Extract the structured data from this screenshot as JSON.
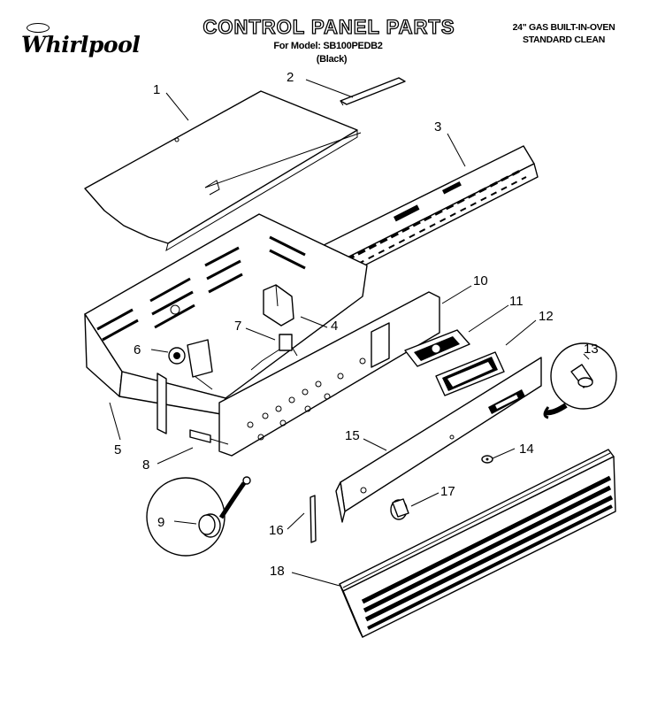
{
  "header": {
    "brand": "Whirlpool",
    "brand_badge": "Whirlpool",
    "title": "CONTROL PANEL PARTS",
    "model_line": "For Model: SB100PEDB2",
    "color_line": "(Black)",
    "product_line1": "24\" GAS BUILT-IN-OVEN",
    "product_line2": "STANDARD CLEAN"
  },
  "callouts": [
    "1",
    "2",
    "3",
    "4",
    "5",
    "6",
    "7",
    "8",
    "9",
    "10",
    "11",
    "12",
    "13",
    "14",
    "15",
    "16",
    "17",
    "18"
  ]
}
